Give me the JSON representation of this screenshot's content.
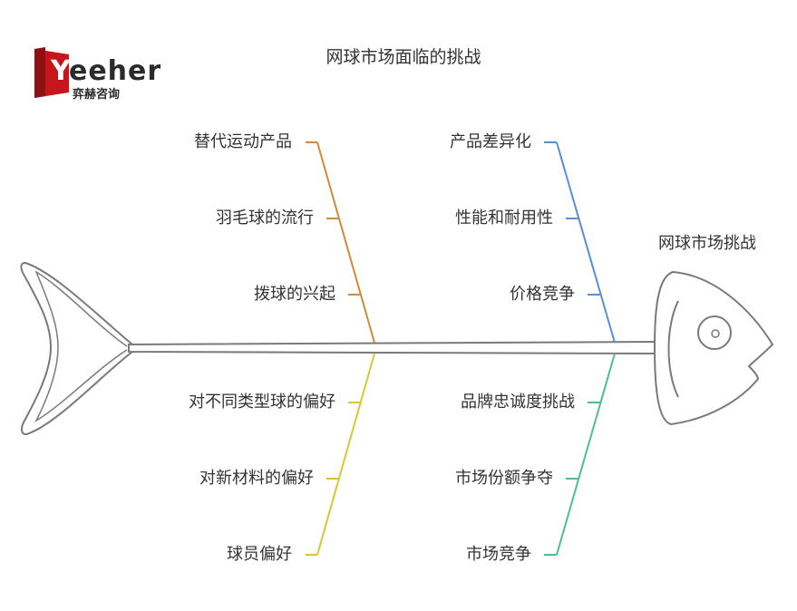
{
  "title": "网球市场面临的挑战",
  "logo": {
    "word": "eeher",
    "initial": "Y",
    "subtitle": "弈赫咨询",
    "colors": {
      "mark": "#c4161c",
      "text": "#2b2b2b"
    }
  },
  "head_label": "网球市场挑战",
  "branches": {
    "top_left": {
      "color": "#d08a3c",
      "items": [
        "替代运动产品",
        "羽毛球的流行",
        "拨球的兴起"
      ]
    },
    "bottom_left": {
      "color": "#dcc532",
      "items": [
        "对不同类型球的偏好",
        "对新材料的偏好",
        "球员偏好"
      ]
    },
    "top_right": {
      "color": "#5a8ed4",
      "items": [
        "产品差异化",
        "性能和耐用性",
        "价格竞争"
      ]
    },
    "bottom_right": {
      "color": "#4dbf8a",
      "items": [
        "品牌忠诚度挑战",
        "市场份额争夺",
        "市场竞争"
      ]
    }
  },
  "fish_color": "#7a7a7a"
}
